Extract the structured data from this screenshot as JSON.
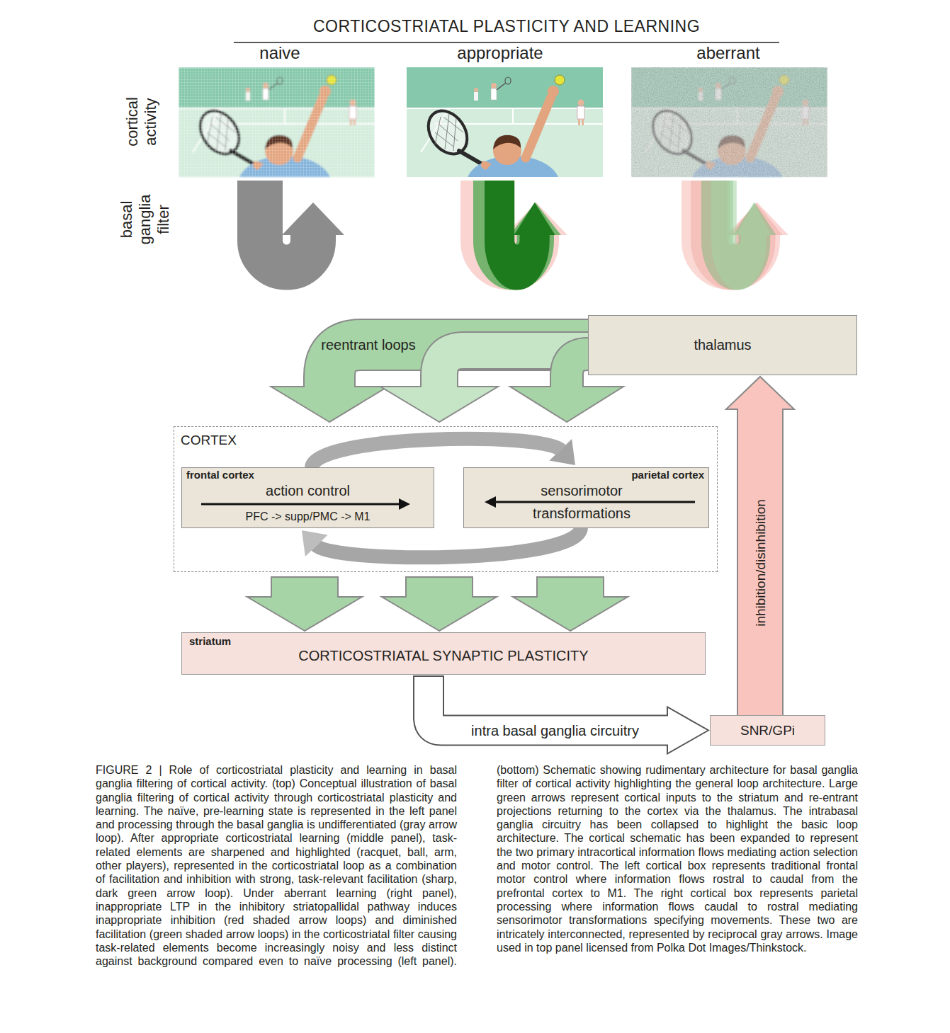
{
  "diagram": {
    "title": "CORTICOSTRIATAL PLASTICITY AND LEARNING",
    "caption": "FIGURE 2 | Role of corticostriatal plasticity and learning in basal ganglia filtering of cortical activity. (top) Conceptual illustration of basal ganglia filtering of cortical activity through corticostriatal plasticity and learning. The naïve, pre-learning state is represented in the left panel and processing through the basal ganglia is undifferentiated (gray arrow loop). After appropriate corticostriatal learning (middle panel), task-related elements are sharpened and highlighted (racquet, ball, arm, other players), represented in the corticostriatal loop as a combination of facilitation and inhibition with strong, task-relevant facilitation (sharp, dark green arrow loop). Under aberrant learning (right panel), inappropriate LTP in the inhibitory striatopallidal pathway induces inappropriate inhibition (red shaded arrow loops) and diminished facilitation (green shaded arrow loops) in the corticostriatal filter causing task-related elements become increasingly noisy and less distinct against background compared even to naïve processing (left panel). (bottom) Schematic showing rudimentary architecture for basal ganglia filter of cortical activity highlighting the general loop architecture. Large green arrows represent cortical inputs to the striatum and re-entrant projections returning to the cortex via the thalamus. The intrabasal ganglia circuitry has been collapsed to highlight the basic loop architecture. The cortical schematic has been expanded to represent the two primary intracortical information flows mediating action selection and motor control. The left cortical box represents traditional frontal motor control where information flows rostral to caudal from the prefrontal cortex to M1. The right cortical box represents parietal processing where information flows caudal to rostral mediating sensorimotor transformations specifying movements. These two are intricately interconnected, represented by reciprocal gray arrows. Image used in top panel licensed from Polka Dot Images/Thinkstock.",
    "nodes": [
      {
        "text": [
          "thalamus"
        ]
      },
      {
        "text": [
          "CORTEX"
        ]
      },
      {
        "text": [
          "frontal cortex",
          "action control",
          "PFC -> supp/PMC -> M1"
        ],
        "in": 1
      },
      {
        "text": [
          "parietal cortex",
          "sensorimotor transformations"
        ],
        "in": 1
      },
      {
        "text": [
          "striatum",
          "CORTICOSTRIATAL SYNAPTIC PLASTICITY"
        ]
      },
      {
        "text": [
          "SNR/GPi"
        ]
      }
    ],
    "edges": [
      {
        "from": 0,
        "to": 1,
        "label": "reentrant loops",
        "arrow": "to"
      },
      {
        "from": 2,
        "to": 3,
        "arrow": "to"
      },
      {
        "from": 3,
        "to": 2,
        "arrow": "to"
      },
      {
        "from": 1,
        "to": 4,
        "arrow": "to"
      },
      {
        "from": 4,
        "to": 5,
        "label": "intra basal ganglia circuitry",
        "arrow": "to"
      },
      {
        "from": 5,
        "to": 0,
        "label": "inhibition/disinhibition",
        "arrow": "to"
      }
    ],
    "labels": [
      "naive",
      "appropriate",
      "aberrant",
      "cortical activity",
      "basal ganglia filter"
    ]
  }
}
